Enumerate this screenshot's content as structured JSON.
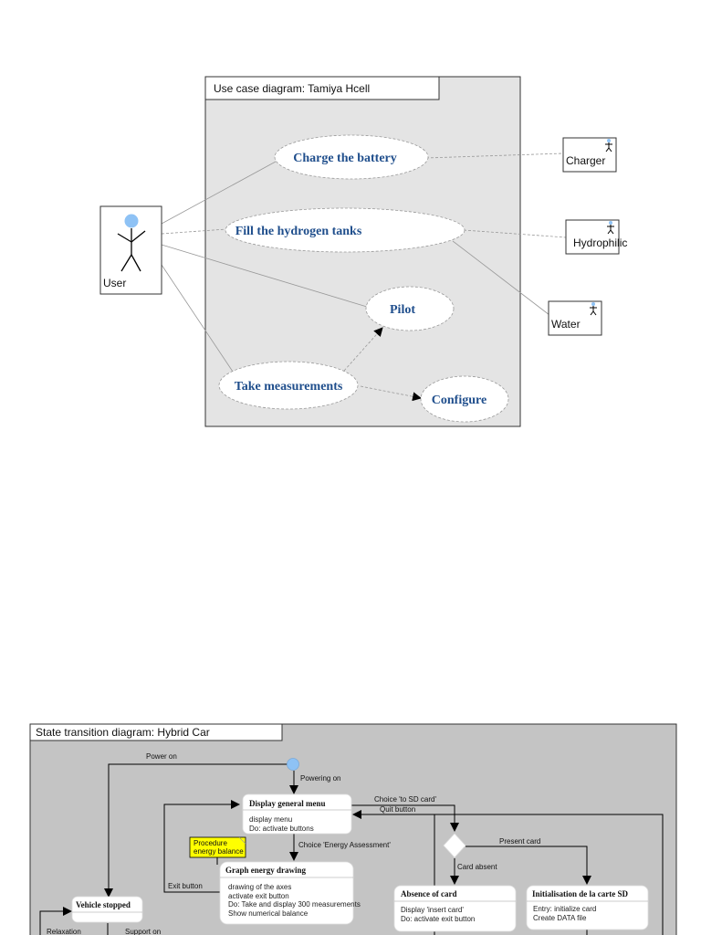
{
  "use_case_diagram": {
    "title": "Use case diagram: Tamiya Hcell",
    "actors": {
      "user": "User",
      "charger": "Charger",
      "hydrophilic": "Hydrophilic",
      "water": "Water"
    },
    "use_cases": {
      "charge": "Charge the battery",
      "fill": "Fill the hydrogen tanks",
      "pilot": "Pilot",
      "measure": "Take measurements",
      "configure": "Configure"
    },
    "colors": {
      "use_case_text": "#1f4e8c",
      "actor_head": "#8ec2f5",
      "background": "#e4e4e4"
    }
  },
  "state_diagram": {
    "title": "State transition diagram: Hybrid Car",
    "transitions": {
      "power_on": "Power on",
      "powering_on": "Powering on",
      "choice_sd": "Choice 'to SD card'",
      "quit_button": "Quit button",
      "choice_energy": "Choice 'Energy Assessment'",
      "present_card": "Present card",
      "card_absent": "Card absent",
      "exit_button": "Exit button",
      "relaxation": "Relaxation",
      "support_on": "Support on"
    },
    "note": {
      "line1": "Procedure",
      "line2": "energy balance"
    },
    "states": {
      "display_menu": {
        "title": "Display general menu",
        "lines": [
          "display menu",
          "Do: activate buttons"
        ]
      },
      "graph_energy": {
        "title": "Graph energy drawing",
        "lines": [
          "drawing of the axes",
          "activate exit button",
          "Do: Take and display 300 measurements",
          "Show numerical balance"
        ]
      },
      "absence_card": {
        "title": "Absence of card",
        "lines": [
          "Display 'insert card'",
          "Do: activate exit button"
        ]
      },
      "init_sd": {
        "title": "Initialisation de la carte SD",
        "lines": [
          "Entry: initialize card",
          "Create DATA file"
        ]
      },
      "vehicle_stopped": {
        "title": "Vehicle stopped"
      }
    },
    "colors": {
      "background": "#c4c4c4",
      "note": "#ffff00",
      "initial_node": "#8ec2f5"
    }
  }
}
